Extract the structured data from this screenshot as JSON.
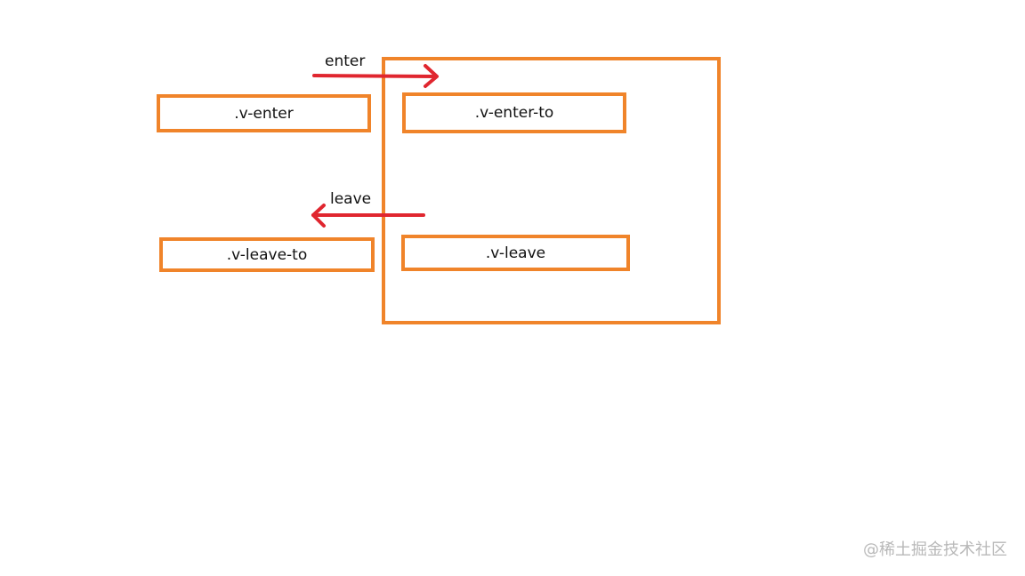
{
  "colors": {
    "box_border": "#f0842a",
    "arrow": "#e0262f",
    "text": "#111111",
    "watermark": "#b8b8b8"
  },
  "boxes": {
    "v_enter": ".v-enter",
    "v_enter_to": ".v-enter-to",
    "v_leave_to": ".v-leave-to",
    "v_leave": ".v-leave"
  },
  "arrows": {
    "enter_label": "enter",
    "leave_label": "leave"
  },
  "watermark": "@稀土掘金技术社区"
}
